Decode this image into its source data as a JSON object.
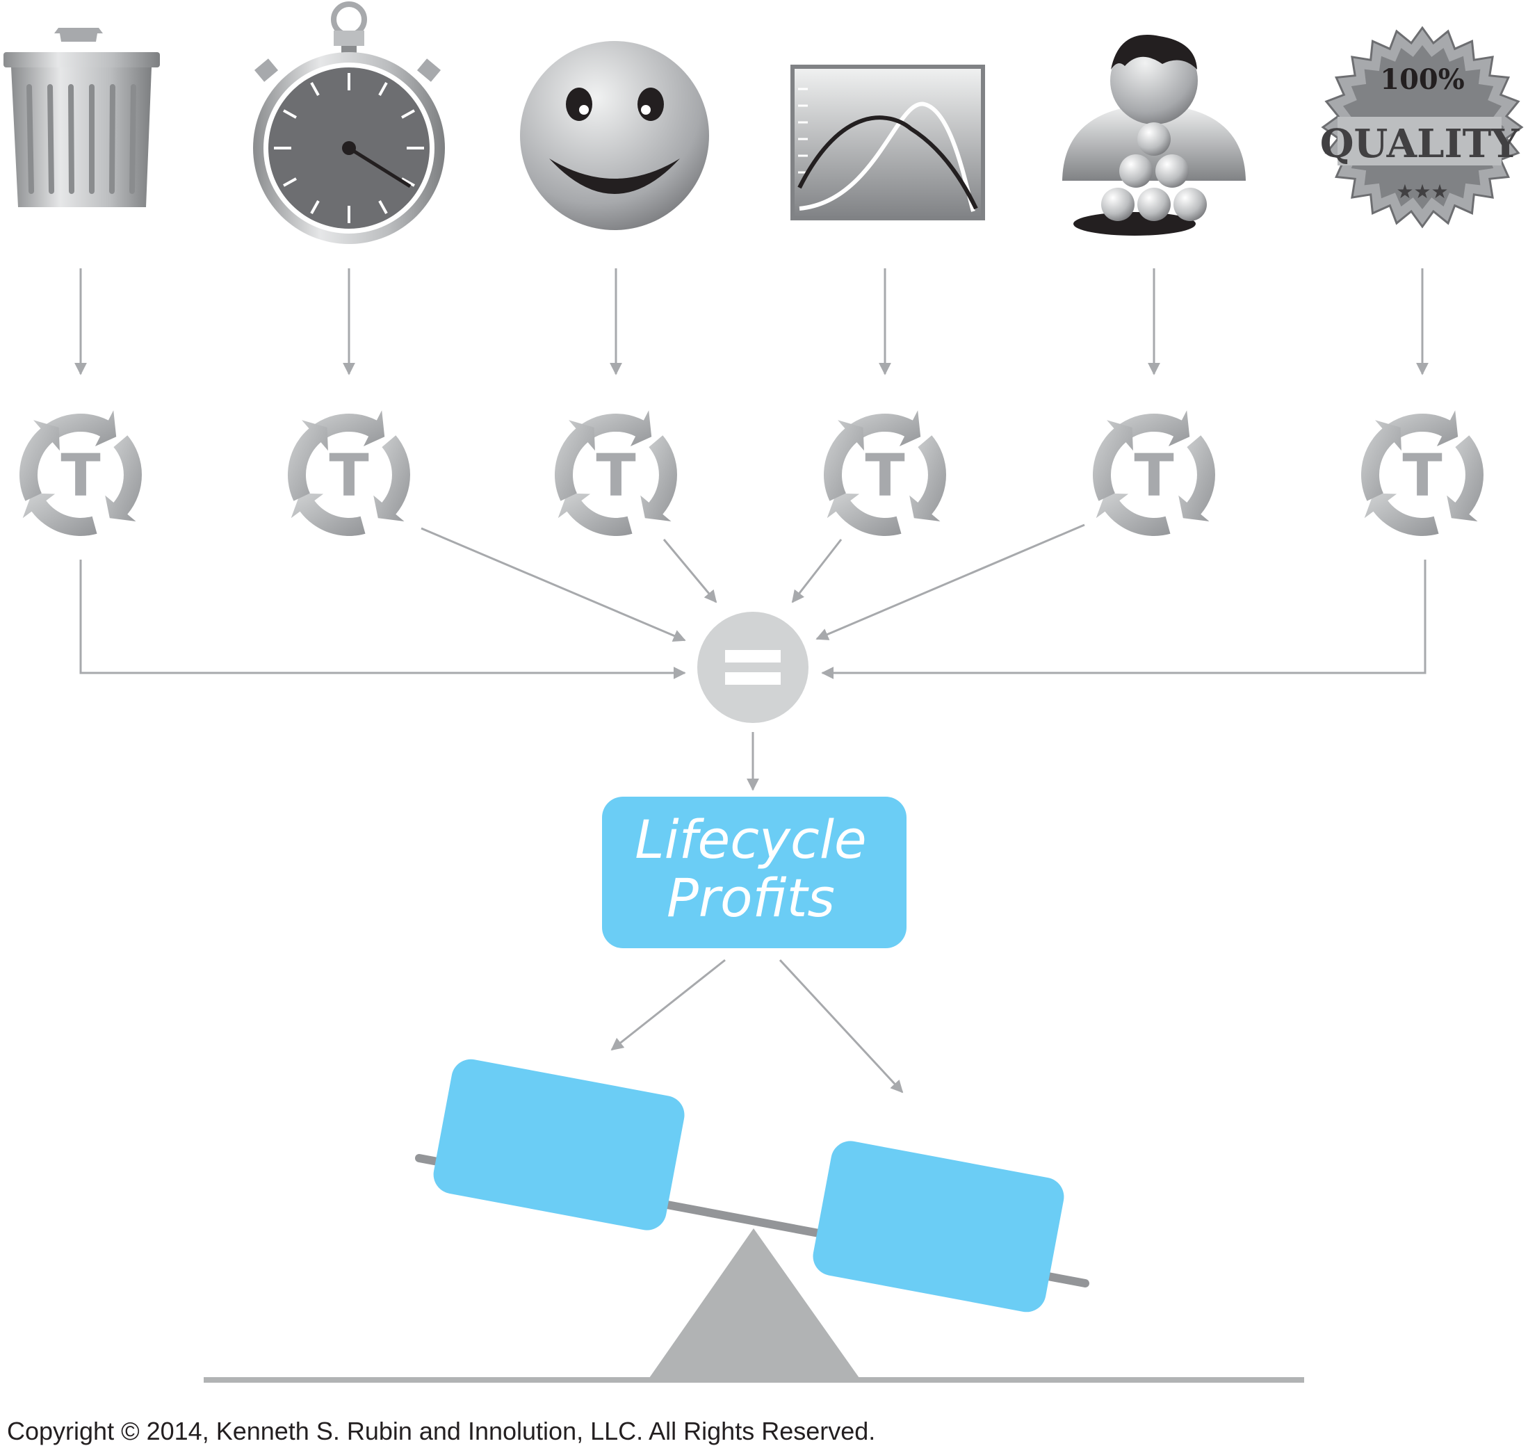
{
  "icons": [
    {
      "name": "trash-can-icon"
    },
    {
      "name": "stopwatch-icon"
    },
    {
      "name": "smiley-face-icon"
    },
    {
      "name": "curve-chart-icon"
    },
    {
      "name": "person-with-balls-icon"
    },
    {
      "name": "quality-seal-icon"
    }
  ],
  "quality_seal": {
    "top_text": "100%",
    "main_text": "QUALITY",
    "stars": "★★★"
  },
  "tradeoff_symbol": "T",
  "equals_symbol": "=",
  "lifecycle_profits": {
    "line1": "Lifecycle",
    "line2": "Profits"
  },
  "copyright": "Copyright © 2014, Kenneth S. Rubin and Innolution, LLC. All Rights Reserved.",
  "colors": {
    "accent_blue": "#6bcdf5",
    "arrow_gray": "#a7a9ac",
    "icon_gray": "#9d9fa2",
    "base_gray": "#b1b3b4"
  }
}
